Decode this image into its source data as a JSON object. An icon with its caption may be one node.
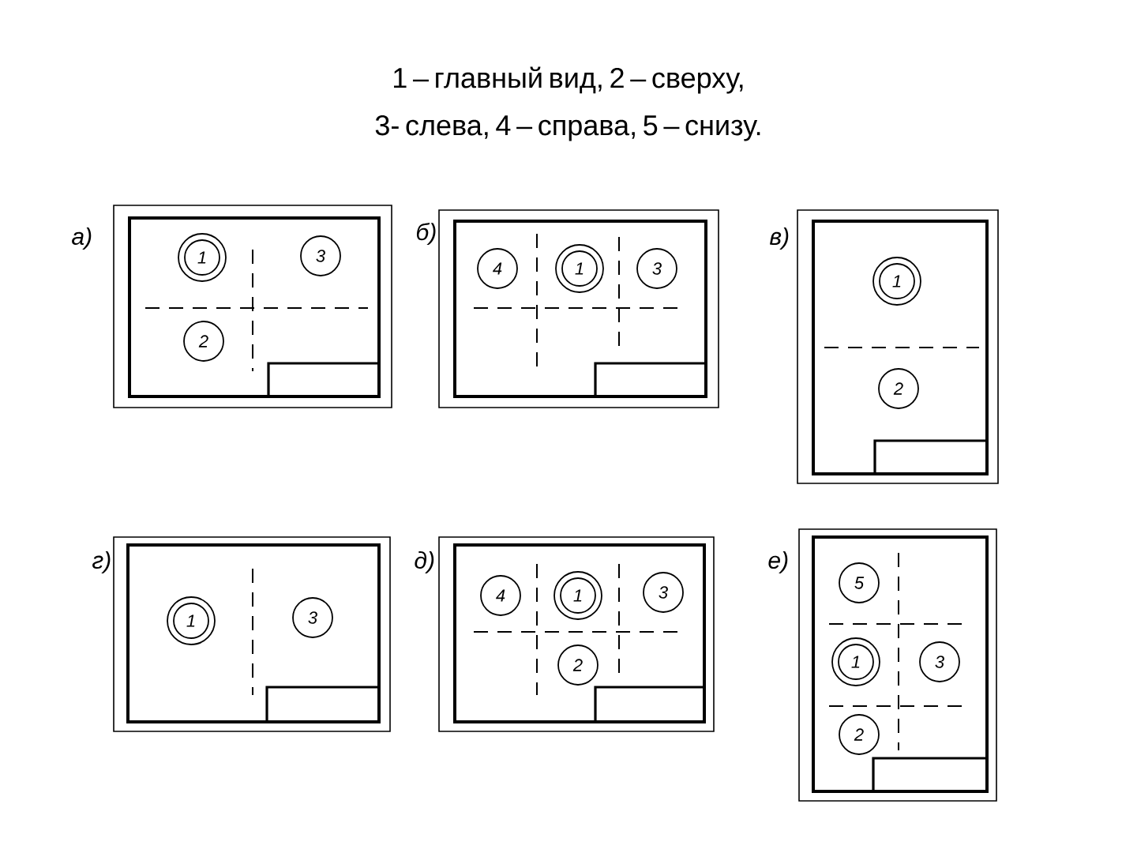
{
  "diagram": {
    "title": "1 – главный вид, 2 – сверху, 3- слева, 4 – справа, 5 – снизу.",
    "nodes": [
      {
        "text": [
          "а)"
        ]
      },
      {
        "text": [
          "1"
        ],
        "in": 0
      },
      {
        "text": [
          "3"
        ],
        "in": 0
      },
      {
        "text": [
          "2"
        ],
        "in": 0
      },
      {
        "text": [
          "б)"
        ]
      },
      {
        "text": [
          "4"
        ],
        "in": 4
      },
      {
        "text": [
          "1"
        ],
        "in": 4
      },
      {
        "text": [
          "3"
        ],
        "in": 4
      },
      {
        "text": [
          "в)"
        ]
      },
      {
        "text": [
          "1"
        ],
        "in": 8
      },
      {
        "text": [
          "2"
        ],
        "in": 8
      },
      {
        "text": [
          "г)"
        ]
      },
      {
        "text": [
          "1"
        ],
        "in": 11
      },
      {
        "text": [
          "3"
        ],
        "in": 11
      },
      {
        "text": [
          "д)"
        ]
      },
      {
        "text": [
          "4"
        ],
        "in": 14
      },
      {
        "text": [
          "1"
        ],
        "in": 14
      },
      {
        "text": [
          "3"
        ],
        "in": 14
      },
      {
        "text": [
          "2"
        ],
        "in": 14
      },
      {
        "text": [
          "е)"
        ]
      },
      {
        "text": [
          "5"
        ],
        "in": 19
      },
      {
        "text": [
          "1"
        ],
        "in": 19
      },
      {
        "text": [
          "3"
        ],
        "in": 19
      },
      {
        "text": [
          "2"
        ],
        "in": 19
      }
    ]
  }
}
